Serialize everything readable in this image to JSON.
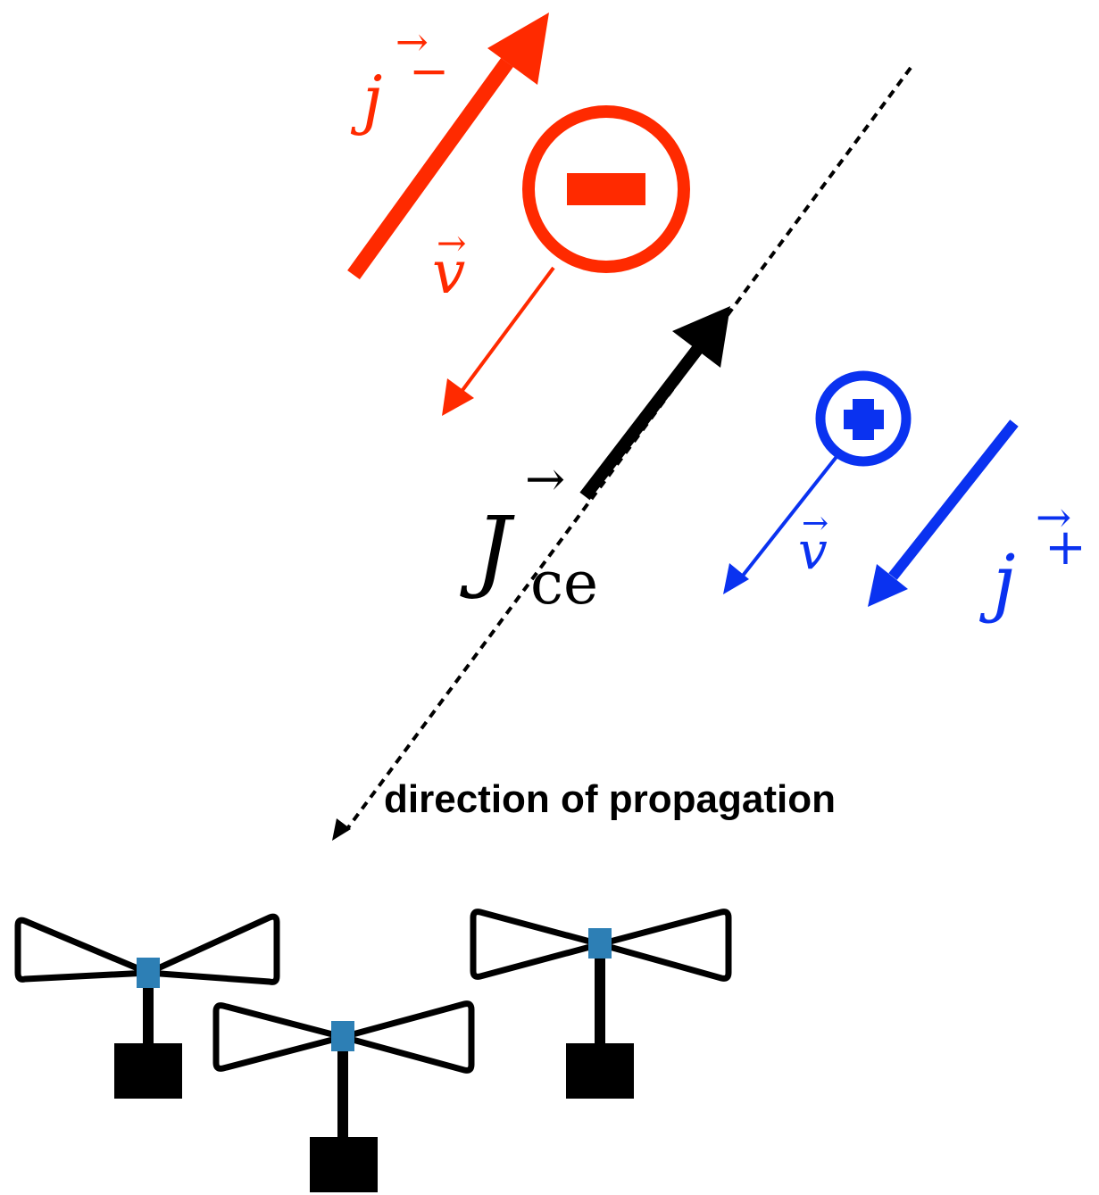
{
  "colors": {
    "electron": "#ff2a00",
    "positron": "#0a32f0",
    "current": "#000000",
    "antenna_feed": "#2d7fb5",
    "antenna_outline": "#000000",
    "antenna_base": "#000000"
  },
  "labels": {
    "j_minus": {
      "symbol": "j",
      "superscript": "−",
      "vector_arrow": "→"
    },
    "j_plus": {
      "symbol": "j",
      "superscript": "+",
      "vector_arrow": "→"
    },
    "v_electron": {
      "symbol": "v",
      "vector_arrow": "→"
    },
    "v_positron": {
      "symbol": "v",
      "vector_arrow": "→"
    },
    "J_ce": {
      "symbol": "J",
      "subscript": "ce",
      "vector_arrow": "→"
    },
    "propagation": "direction of propagation"
  },
  "particles": {
    "electron": {
      "sign": "minus",
      "icon": "minus-circle-icon"
    },
    "positron": {
      "sign": "plus",
      "icon": "plus-circle-icon"
    }
  },
  "antennas": [
    {
      "name": "antenna-left",
      "icon": "bowtie-antenna-icon"
    },
    {
      "name": "antenna-middle",
      "icon": "bowtie-antenna-icon"
    },
    {
      "name": "antenna-right",
      "icon": "bowtie-antenna-icon"
    }
  ]
}
